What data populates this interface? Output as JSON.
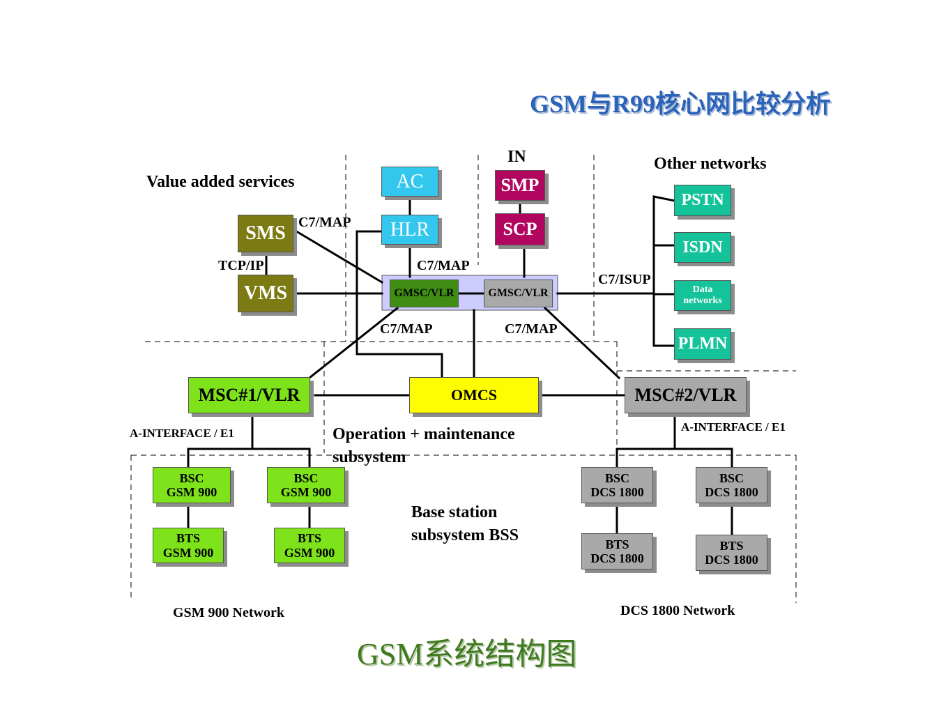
{
  "header": {
    "title": "GSM与R99核心网比较分析"
  },
  "footer": {
    "caption": "GSM系统结构图"
  },
  "regions": {
    "value_added": "Value added services",
    "in": "IN",
    "other_networks": "Other networks",
    "operation": "Operation + maintenance",
    "operation_line2": "subsystem",
    "bss": "Base station",
    "bss_line2": "subsystem BSS",
    "gsm900_network": "GSM 900 Network",
    "dcs1800_network": "DCS 1800 Network"
  },
  "protocols": {
    "c7map_sms": "C7/MAP",
    "tcpip": "TCP/IP",
    "c7map_top": "C7/MAP",
    "c7isup": "C7/ISUP",
    "c7map_left": "C7/MAP",
    "c7map_right": "C7/MAP",
    "a_if_left": "A-INTERFACE / E1",
    "a_if_right": "A-INTERFACE / E1"
  },
  "nodes": {
    "ac": "AC",
    "hlr": "HLR",
    "smp": "SMP",
    "scp": "SCP",
    "sms": "SMS",
    "vms": "VMS",
    "gmsc1": "GMSC/VLR",
    "gmsc2": "GMSC/VLR",
    "pstn": "PSTN",
    "isdn": "ISDN",
    "data_networks": "Data networks",
    "plmn": "PLMN",
    "msc1": "MSC#1/VLR",
    "omcs": "OMCS",
    "msc2": "MSC#2/VLR",
    "bsc_gsm_a": [
      "BSC",
      "GSM 900"
    ],
    "bsc_gsm_b": [
      "BSC",
      "GSM 900"
    ],
    "bts_gsm_a": [
      "BTS",
      "GSM 900"
    ],
    "bts_gsm_b": [
      "BTS",
      "GSM 900"
    ],
    "bsc_dcs_a": [
      "BSC",
      "DCS 1800"
    ],
    "bsc_dcs_b": [
      "BSC",
      "DCS 1800"
    ],
    "bts_dcs_a": [
      "BTS",
      "DCS 1800"
    ],
    "bts_dcs_b": [
      "BTS",
      "DCS 1800"
    ]
  },
  "colors": {
    "cyan": "#33c7ee",
    "magenta": "#b2055f",
    "olive": "#7c7a12",
    "teal": "#14c39a",
    "lime": "#7ee31a",
    "dark_green": "#3f8d13",
    "grey": "#a9a9a9",
    "yellow": "#fffd02",
    "lavender": "#ccccff",
    "title_blue": "#2a63b8",
    "caption_green": "#3f7a1e"
  }
}
